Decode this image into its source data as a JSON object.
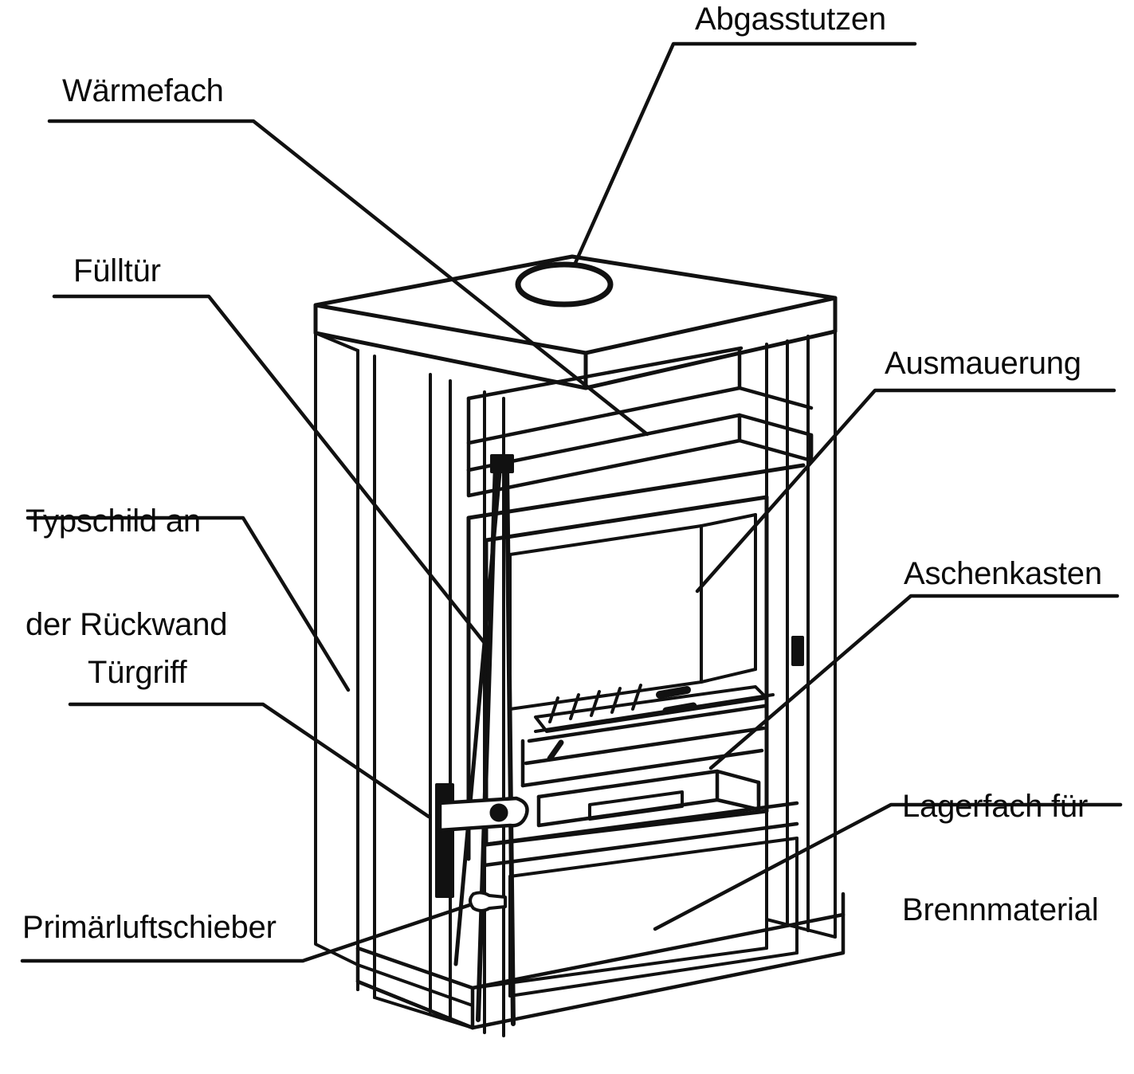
{
  "diagram": {
    "title": "Kaminofen Schnittdarstellung",
    "subject": "wood-burning-stove",
    "background_color": "#ffffff",
    "line_color": "#111111",
    "text_color": "#0a0a0a"
  },
  "callouts": [
    {
      "id": "abgasstutzen",
      "label": "Abgasstutzen",
      "side": "top",
      "target": "flue-collar"
    },
    {
      "id": "waermefach",
      "label": "Wärmefach",
      "side": "left",
      "target": "warming-compartment-shelf"
    },
    {
      "id": "fuelltuer",
      "label": "Fülltür",
      "side": "left",
      "target": "loading-door"
    },
    {
      "id": "typschild",
      "label_line1": "Typschild an",
      "label_line2": "der Rückwand",
      "side": "left",
      "target": "rear-wall-type-plate"
    },
    {
      "id": "tuergriff",
      "label": "Türgriff",
      "side": "left",
      "target": "door-handle"
    },
    {
      "id": "primaerluftschieber",
      "label": "Primärluftschieber",
      "side": "left",
      "target": "primary-air-slider"
    },
    {
      "id": "ausmauerung",
      "label": "Ausmauerung",
      "side": "right",
      "target": "firebox-lining"
    },
    {
      "id": "aschenkasten",
      "label": "Aschenkasten",
      "side": "right",
      "target": "ash-box"
    },
    {
      "id": "lagerfach",
      "label_line1": "Lagerfach für",
      "label_line2": "Brennmaterial",
      "side": "right",
      "target": "fuel-storage-compartment"
    }
  ]
}
